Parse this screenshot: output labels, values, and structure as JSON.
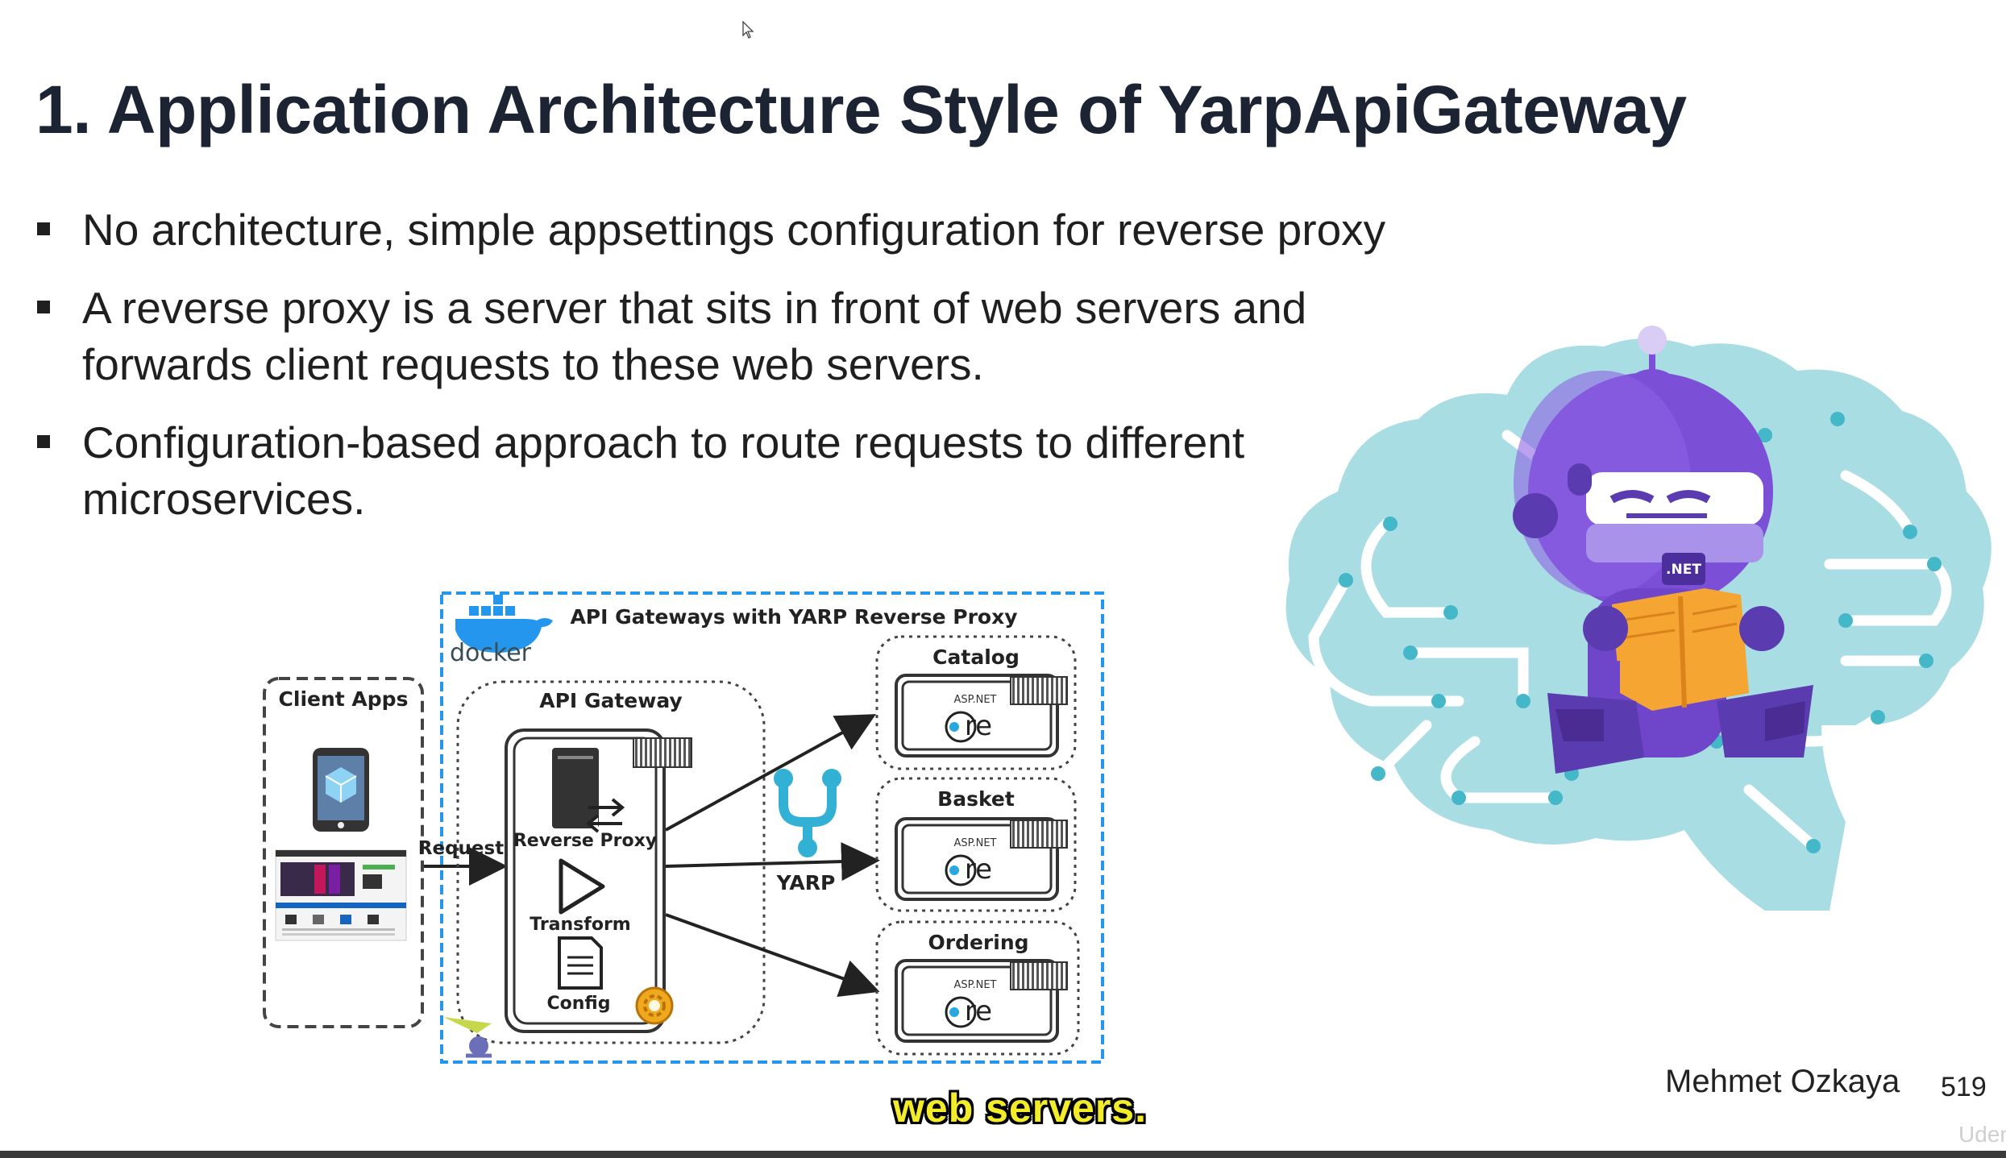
{
  "slide": {
    "title": "1. Application Architecture Style of YarpApiGateway",
    "bullets": [
      "No architecture, simple appsettings configuration for reverse proxy",
      "A reverse proxy is a server that sits in front of web servers and forwards client requests to these web servers.",
      "Configuration-based approach to route requests to different microservices."
    ]
  },
  "diagram": {
    "title": "API Gateways with YARP Reverse Proxy",
    "docker_label": "docker",
    "client_apps_label": "Client Apps",
    "request_label": "Request",
    "api_gateway_label": "API Gateway",
    "reverse_proxy_label": "Reverse Proxy",
    "transform_label": "Transform",
    "config_label": "Config",
    "yarp_label": "YARP",
    "services": [
      {
        "name": "Catalog",
        "badge_small": "ASP.NET",
        "badge_big": "re"
      },
      {
        "name": "Basket",
        "badge_small": "ASP.NET",
        "badge_big": "re"
      },
      {
        "name": "Ordering",
        "badge_small": "ASP.NET",
        "badge_big": "re"
      }
    ]
  },
  "mascot": {
    "badge": ".NET"
  },
  "footer": {
    "author": "Mehmet Ozkaya",
    "page_number": "519"
  },
  "caption": "web servers.",
  "watermark": "Uden",
  "colors": {
    "title": "#1c2433",
    "docker_blue": "#2496ed",
    "brain_teal": "#a8dde3",
    "bot_purple": "#7b4fd6",
    "book_orange": "#f5a531",
    "caption_yellow": "#f3ec2a",
    "yarp_teal": "#33b1d4"
  },
  "icons": [
    "cursor-icon",
    "docker-whale-icon",
    "phone-icon",
    "website-screenshot-icon",
    "server-icon",
    "play-icon",
    "document-icon",
    "gear-icon",
    "yarp-icon",
    "dotnet-bot-icon"
  ]
}
